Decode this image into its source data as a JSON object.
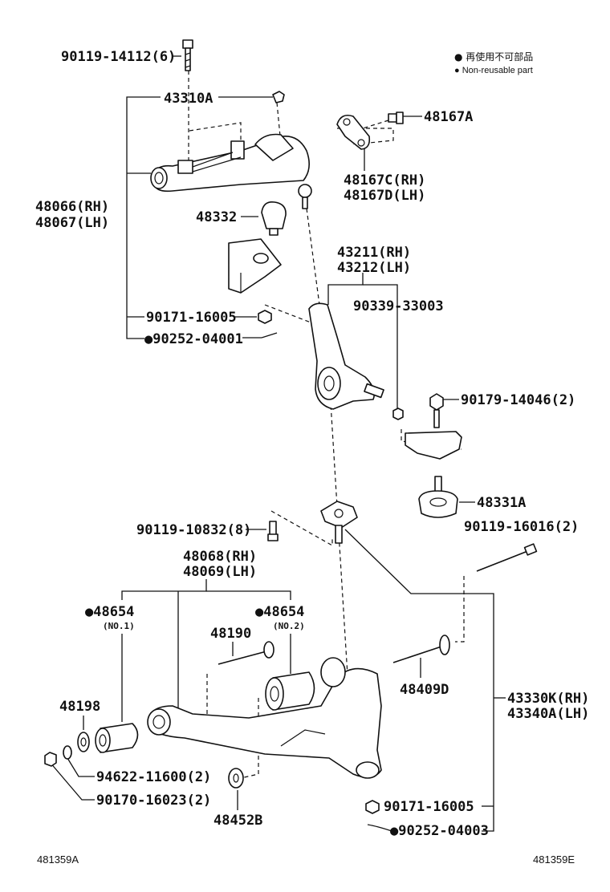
{
  "legend": {
    "line1": "● 再使用不可部品",
    "line2": "● Non-reusable part"
  },
  "labels": {
    "bolt_top": "90119-14112(6)",
    "upper_arm_sub": "43310A",
    "ball_joint_a": "48167A",
    "ball_joint_rh": "48167C(RH)",
    "ball_joint_lh": "48167D(LH)",
    "upper_arm_rh": "48066(RH)",
    "upper_arm_lh": "48067(LH)",
    "bumper": "48332",
    "knuckle_rh": "43211(RH)",
    "knuckle_lh": "43212(LH)",
    "nut_33003": "90339-33003",
    "nut_16005_upper": "90171-16005",
    "pin_04001": "●90252-04001",
    "bolt_14046": "90179-14046(2)",
    "bumper_a": "48331A",
    "bolt_10832": "90119-10832(8)",
    "bolt_16016": "90119-16016(2)",
    "lower_arm_rh": "48068(RH)",
    "lower_arm_lh": "48069(LH)",
    "bush_left": "●48654",
    "bush_left_no": "(NO.1)",
    "bush_right": "●48654",
    "bush_right_no": "(NO.2)",
    "bolt_48190": "48190",
    "washer_48198": "48198",
    "bolt_48409": "48409D",
    "ball_lower_rh": "43330K(RH)",
    "ball_lower_lh": "43340A(LH)",
    "washer_11600": "94622-11600(2)",
    "nut_16023": "90170-16023(2)",
    "cam_48452": "48452B",
    "nut_16005_lower": "90171-16005",
    "pin_04003": "●90252-04003"
  },
  "footer": {
    "left_code": "481359A",
    "right_code": "481359E"
  }
}
